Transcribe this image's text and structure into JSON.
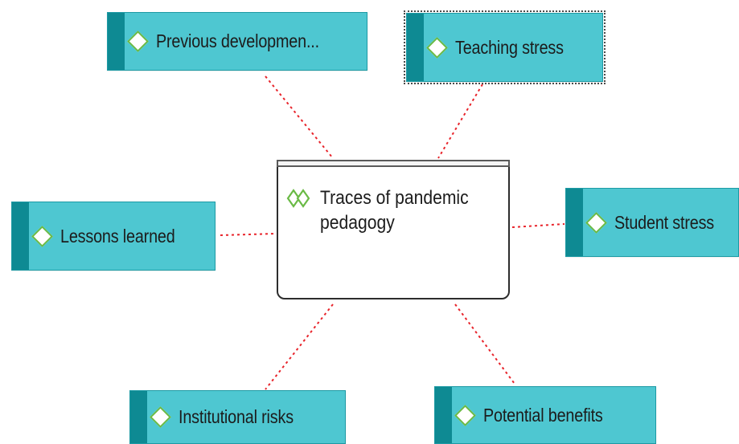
{
  "diagram": {
    "central_node": {
      "title": "Traces of pandemic pedagogy",
      "icon": "code-category-icon"
    },
    "nodes": [
      {
        "id": "previous-developments",
        "label": "Previous developmen...",
        "icon": "code-diamond-icon",
        "selected": false
      },
      {
        "id": "teaching-stress",
        "label": "Teaching stress",
        "icon": "code-diamond-icon",
        "selected": true
      },
      {
        "id": "lessons-learned",
        "label": "Lessons learned",
        "icon": "code-diamond-icon",
        "selected": false
      },
      {
        "id": "student-stress",
        "label": "Student stress",
        "icon": "code-diamond-icon",
        "selected": false
      },
      {
        "id": "institutional-risks",
        "label": "Institutional risks",
        "icon": "code-diamond-icon",
        "selected": false
      },
      {
        "id": "potential-benefits",
        "label": "Potential benefits",
        "icon": "code-diamond-icon",
        "selected": false
      }
    ],
    "colors": {
      "node_fill": "#4ec7d1",
      "node_stripe": "#0e8a93",
      "diamond_border": "#6aba45",
      "connector": "#e8242b",
      "center_border": "#2d2d2d"
    }
  }
}
